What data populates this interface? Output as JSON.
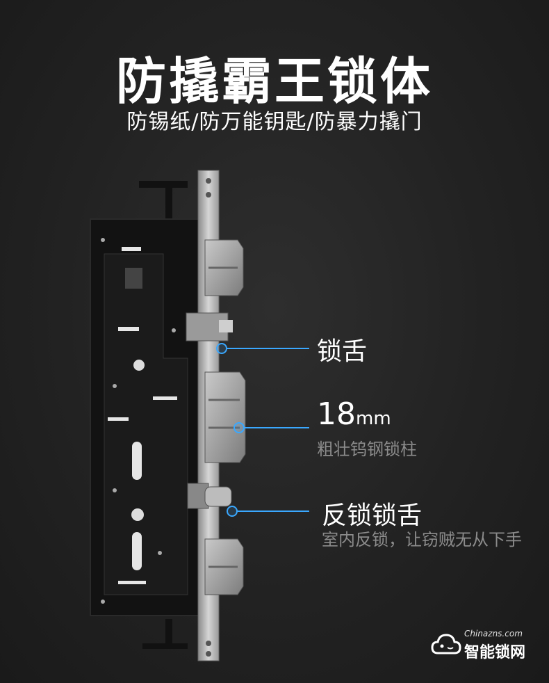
{
  "title": "防撬霸王锁体",
  "subtitle": "防锡纸/防万能钥匙/防暴力撬门",
  "callouts": [
    {
      "label": "锁舌"
    },
    {
      "label_num": "18",
      "label_unit": "mm",
      "sub": "粗壮钨钢锁柱"
    },
    {
      "label": "反锁锁舌",
      "sub": "室内反锁，让窃贼无从下手"
    }
  ],
  "logo": {
    "small": "Chinazns.com",
    "big": "智能锁网"
  },
  "colors": {
    "accent": "#3aa8ff",
    "background": "#222222",
    "muted_text": "#8c8c8c"
  }
}
